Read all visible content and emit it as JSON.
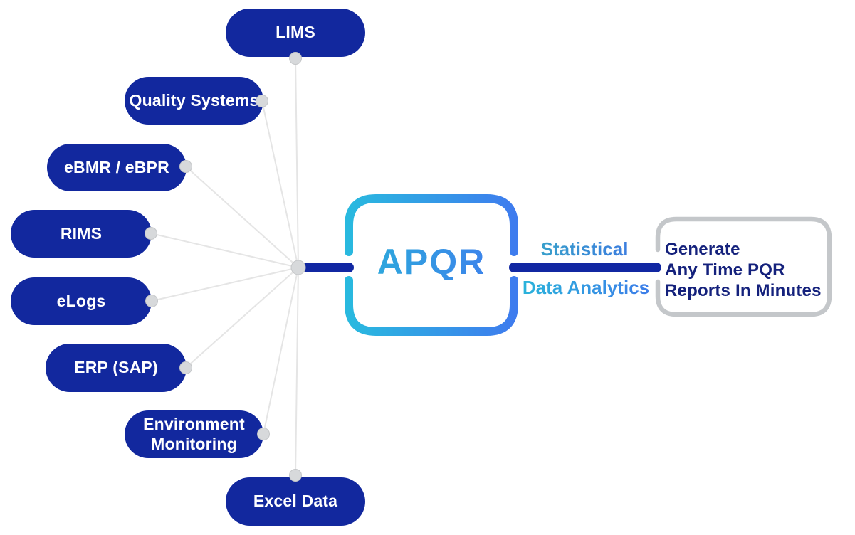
{
  "diagram": {
    "sources": [
      {
        "label": "LIMS"
      },
      {
        "label": "Quality Systems"
      },
      {
        "label": "eBMR / eBPR"
      },
      {
        "label": "RIMS"
      },
      {
        "label": "eLogs"
      },
      {
        "label": "ERP (SAP)"
      },
      {
        "label": "Environment Monitoring"
      },
      {
        "label": "Excel Data"
      }
    ],
    "center": {
      "label": "APQR"
    },
    "flow": {
      "top_label": "Statistical",
      "bottom_label": "Data Analytics"
    },
    "output": {
      "line1": "Generate",
      "line2": "Any Time PQR",
      "line3": "Reports In Minutes"
    },
    "colors": {
      "pill_blue": "#12289e",
      "bar_navy": "#1127a2",
      "cyan_accent": "#29b9df",
      "blue_accent": "#3e7cee",
      "gray_frame": "#c4c7ca",
      "connector_line": "#e5e5e5",
      "connector_dot": "#d7d9db",
      "navy_text": "#14217c"
    }
  }
}
